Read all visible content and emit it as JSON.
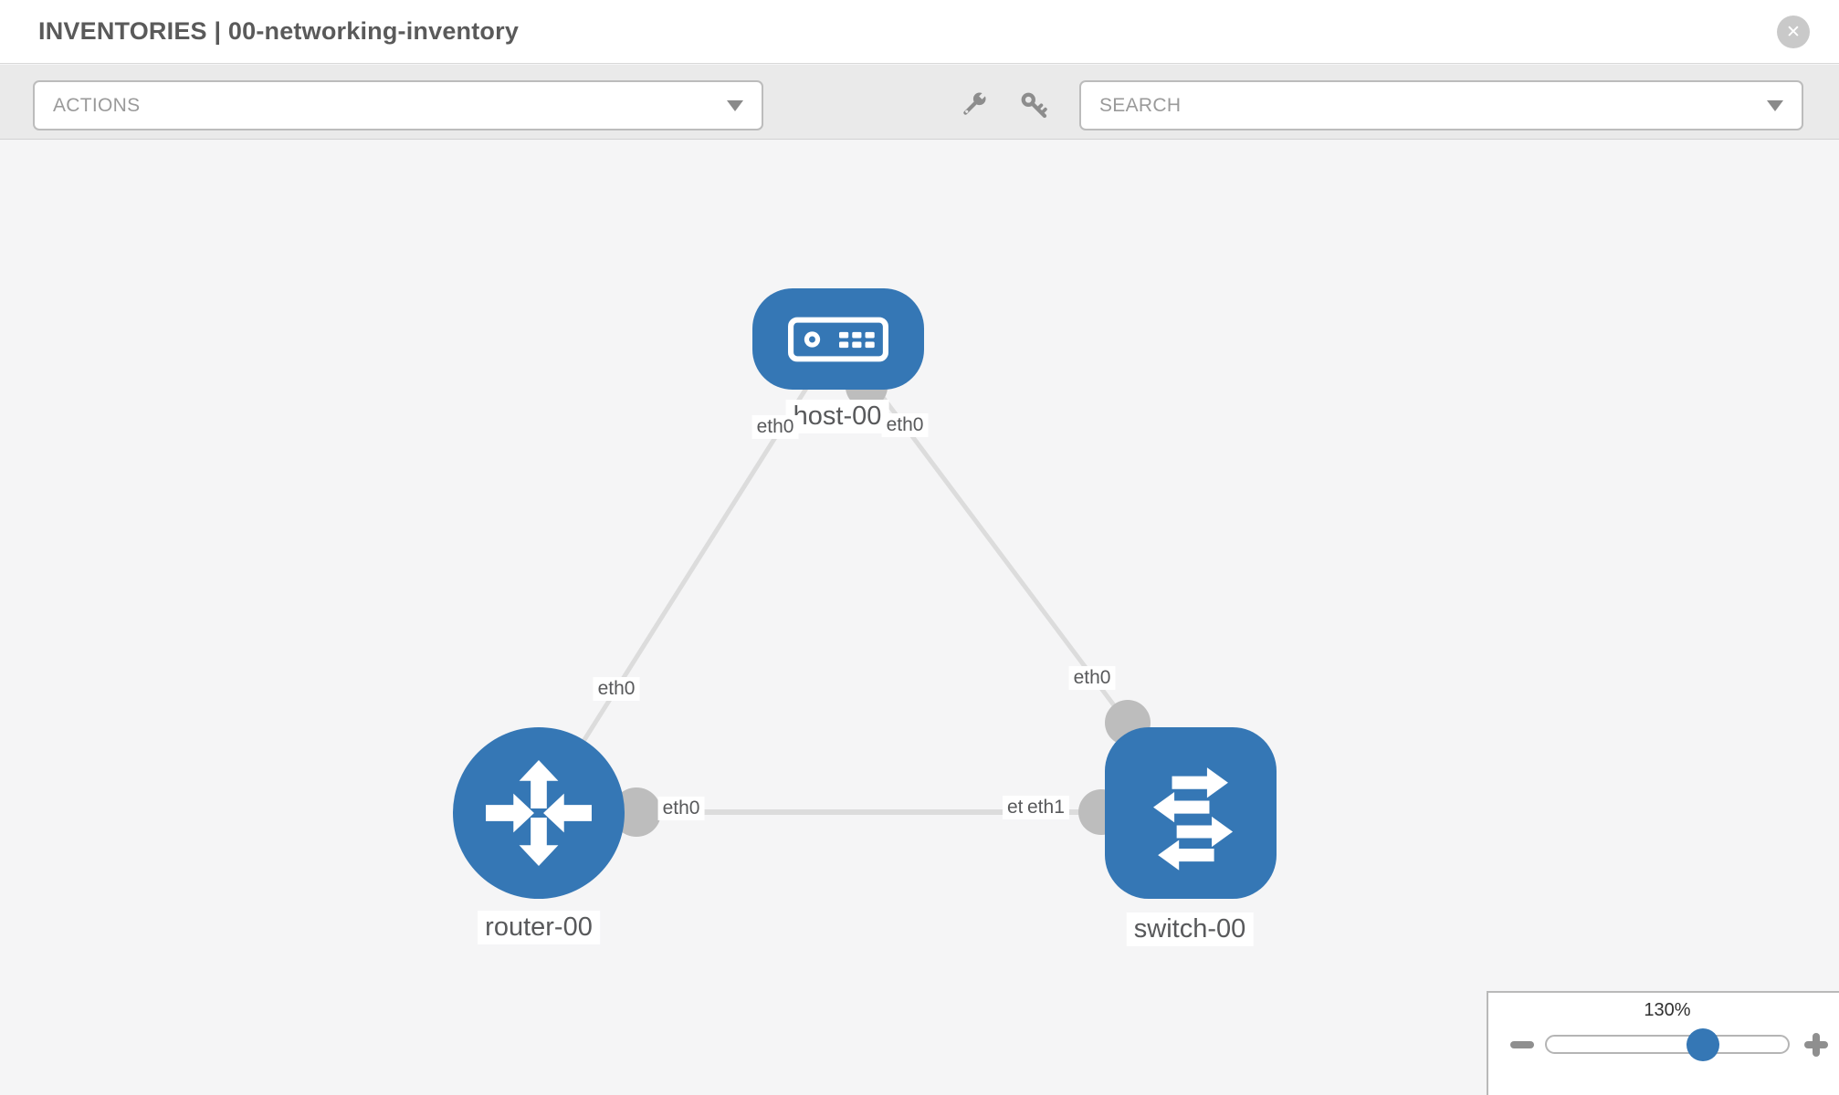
{
  "window": {
    "title": "INVENTORIES | 00-networking-inventory",
    "close_glyph": "✕"
  },
  "toolbar": {
    "actions_dropdown": {
      "value": "ACTIONS"
    },
    "search_dropdown": {
      "value": "SEARCH"
    }
  },
  "topology": {
    "nodes": [
      {
        "name": "host-00",
        "type": "host"
      },
      {
        "name": "router-00",
        "type": "router"
      },
      {
        "name": "switch-00",
        "type": "switch"
      }
    ],
    "links": [
      {
        "source": "host-00",
        "source_interface": "eth0",
        "target": "router-00",
        "target_interface": "eth0"
      },
      {
        "source": "host-00",
        "source_interface": "eth0",
        "target": "switch-00",
        "target_interface": "eth0"
      },
      {
        "source": "router-00",
        "source_interface": "eth0",
        "target": "switch-00",
        "target_interface": "eth1"
      }
    ],
    "labels": {
      "host": "host-00",
      "router": "router-00",
      "switch": "switch-00",
      "host_left_if": "eth0",
      "host_right_if": "eth0",
      "router_top_if": "eth0",
      "router_right_if": "eth0",
      "switch_top_if": "eth0",
      "switch_left_if_back": "eth0",
      "switch_left_if_front": "eth1"
    }
  },
  "zoom_control": {
    "percent": "130%"
  },
  "colors": {
    "node_blue": "#3577b5",
    "connector_gray": "#bdbdbd",
    "link_gray": "#dcdcdc",
    "toolbar_bg": "#eaeaea",
    "canvas_bg": "#f5f5f6"
  }
}
